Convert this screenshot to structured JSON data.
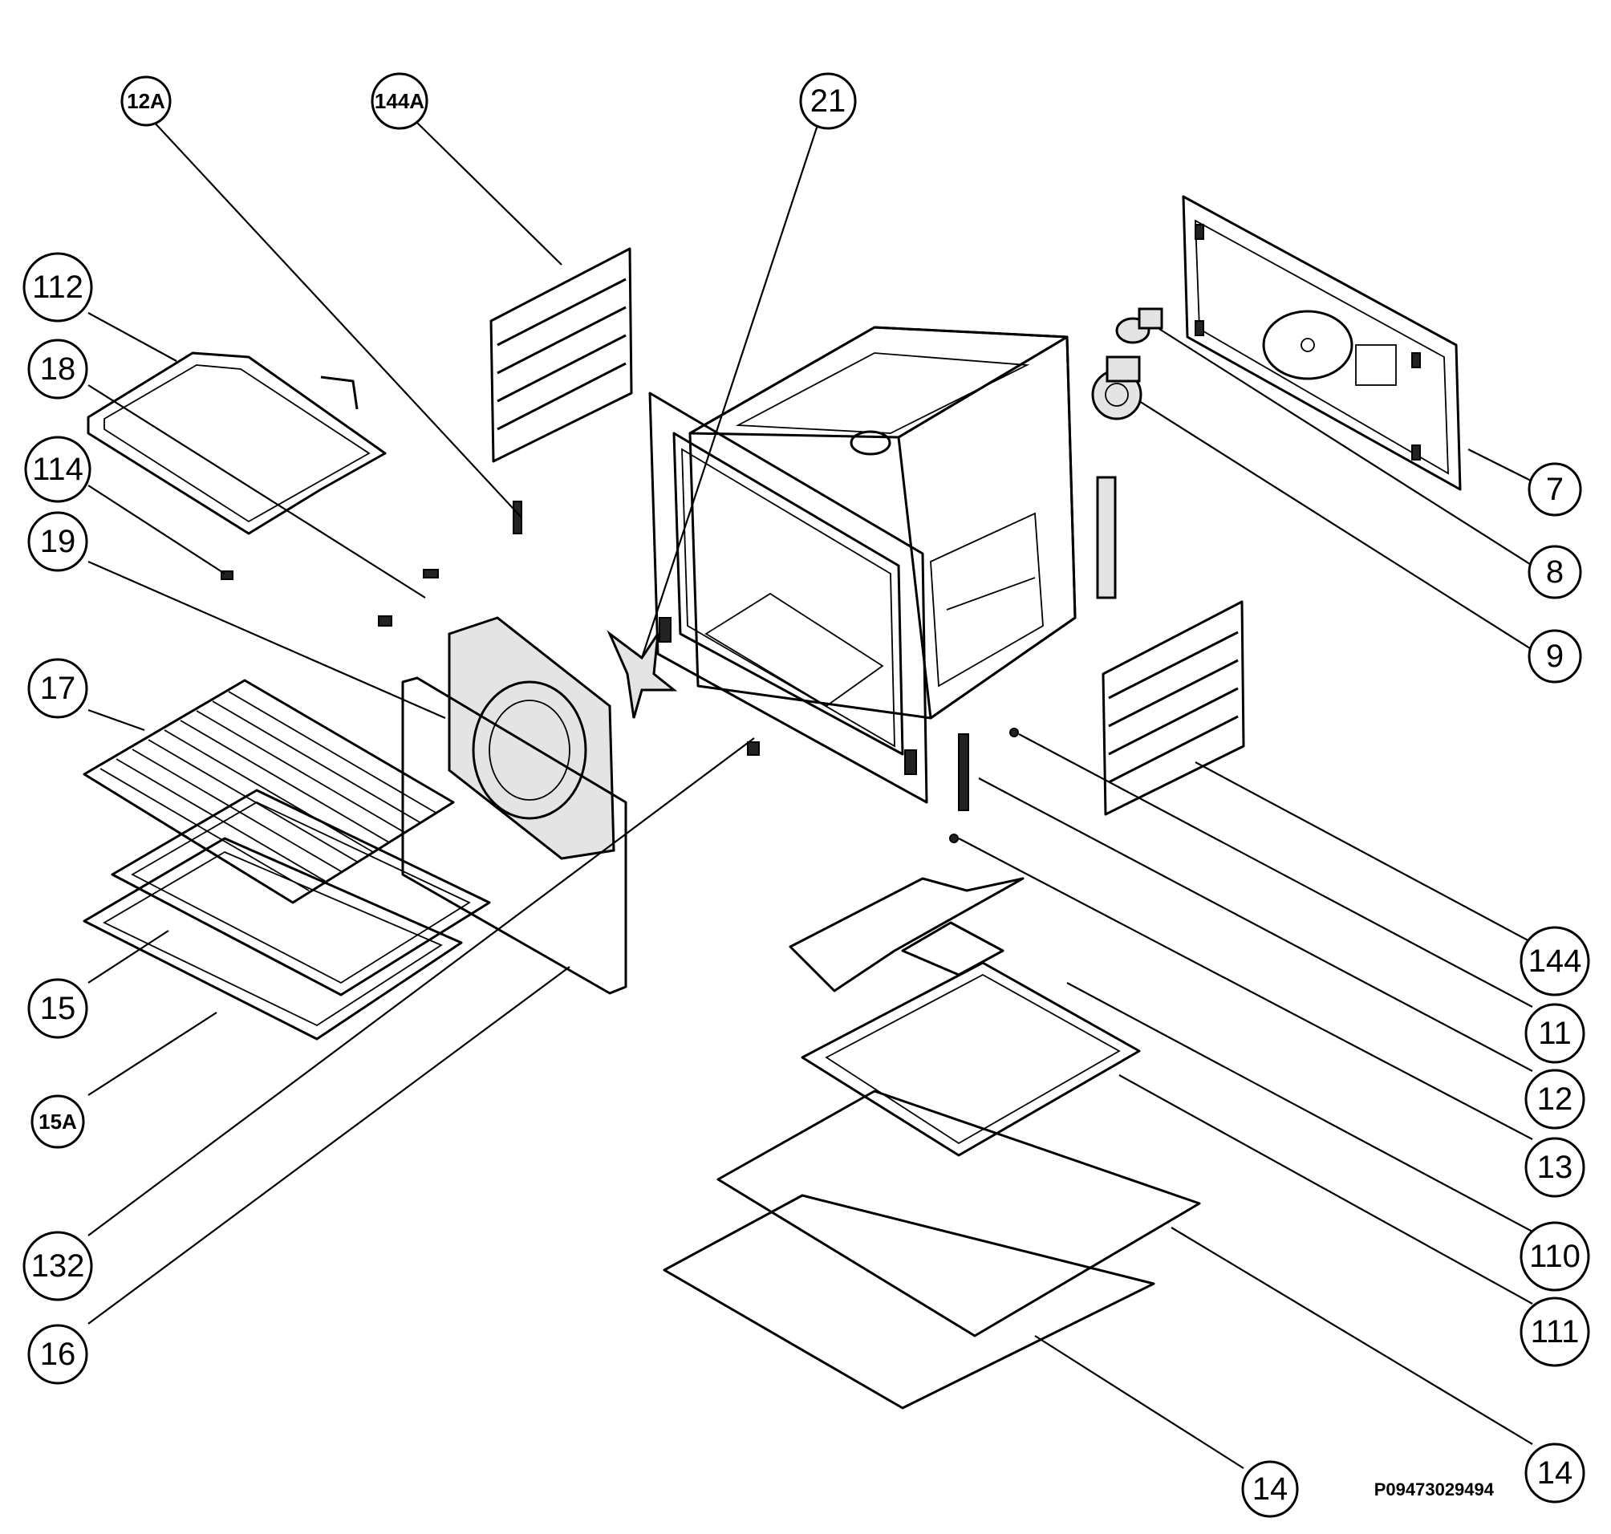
{
  "drawing_code": "P09473029494",
  "callouts": [
    {
      "id": "12A",
      "label": "12A"
    },
    {
      "id": "144A",
      "label": "144A"
    },
    {
      "id": "21",
      "label": "21"
    },
    {
      "id": "112",
      "label": "112"
    },
    {
      "id": "18",
      "label": "18"
    },
    {
      "id": "114",
      "label": "114"
    },
    {
      "id": "19",
      "label": "19"
    },
    {
      "id": "17",
      "label": "17"
    },
    {
      "id": "15",
      "label": "15"
    },
    {
      "id": "15A",
      "label": "15A"
    },
    {
      "id": "132",
      "label": "132"
    },
    {
      "id": "16",
      "label": "16"
    },
    {
      "id": "7",
      "label": "7"
    },
    {
      "id": "8",
      "label": "8"
    },
    {
      "id": "9",
      "label": "9"
    },
    {
      "id": "144",
      "label": "144"
    },
    {
      "id": "11",
      "label": "11"
    },
    {
      "id": "12",
      "label": "12"
    },
    {
      "id": "13",
      "label": "13"
    },
    {
      "id": "110",
      "label": "110"
    },
    {
      "id": "111",
      "label": "111"
    },
    {
      "id": "14a",
      "label": "14"
    },
    {
      "id": "14b",
      "label": "14"
    }
  ]
}
